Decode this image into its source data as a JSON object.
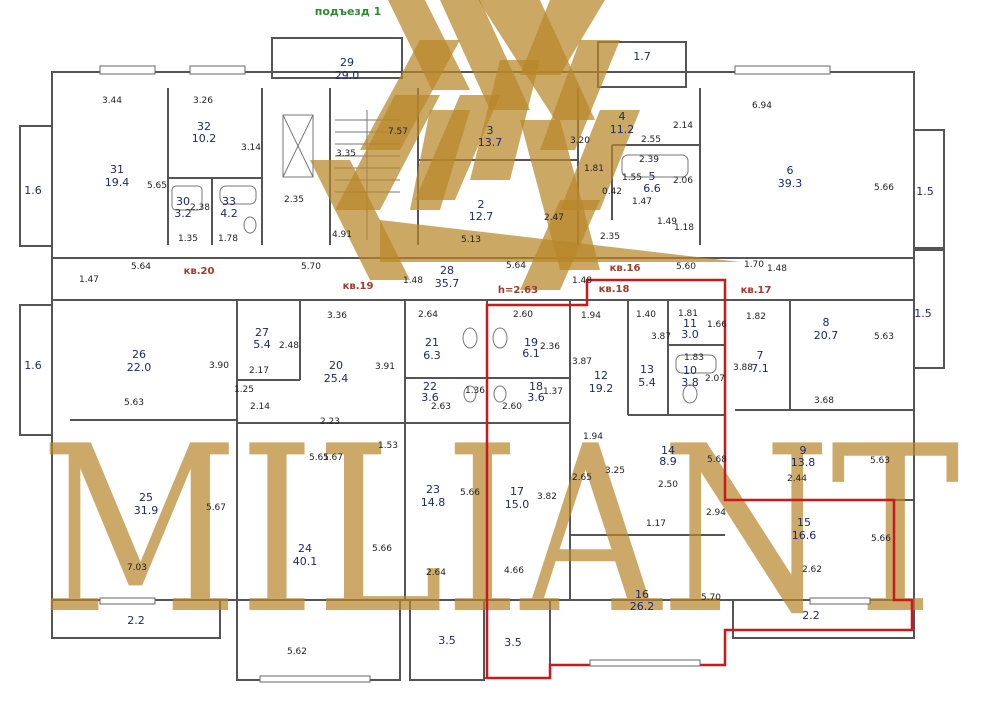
{
  "entrance_label": "подъезд 1",
  "height_label": "h=2.63",
  "apartments": [
    {
      "id": "apt-20",
      "label": "кв.20"
    },
    {
      "id": "apt-19",
      "label": "кв.19"
    },
    {
      "id": "apt-18",
      "label": "кв.18"
    },
    {
      "id": "apt-16",
      "label": "кв.16"
    },
    {
      "id": "apt-17",
      "label": "кв.17"
    }
  ],
  "rooms": [
    {
      "n": "29",
      "a": "29.0"
    },
    {
      "n": "32",
      "a": "10.2"
    },
    {
      "n": "31",
      "a": "19.4"
    },
    {
      "n": "30",
      "a": "3.2"
    },
    {
      "n": "33",
      "a": "4.2"
    },
    {
      "n": "3",
      "a": "13.7"
    },
    {
      "n": "2",
      "a": "12.7"
    },
    {
      "n": "4",
      "a": "11.2"
    },
    {
      "n": "5",
      "a": "6.6"
    },
    {
      "n": "6",
      "a": "39.3"
    },
    {
      "n": "28",
      "a": "35.7"
    },
    {
      "n": "27",
      "a": "5.4"
    },
    {
      "n": "26",
      "a": "22.0"
    },
    {
      "n": "20",
      "a": "25.4"
    },
    {
      "n": "21",
      "a": "6.3"
    },
    {
      "n": "19",
      "a": "6.1"
    },
    {
      "n": "22",
      "a": "3.6"
    },
    {
      "n": "18",
      "a": "3.6"
    },
    {
      "n": "12",
      "a": "19.2"
    },
    {
      "n": "13",
      "a": "5.4"
    },
    {
      "n": "11",
      "a": "3.0"
    },
    {
      "n": "10",
      "a": "3.8"
    },
    {
      "n": "7",
      "a": "7.1"
    },
    {
      "n": "8",
      "a": "20.7"
    },
    {
      "n": "25",
      "a": "31.9"
    },
    {
      "n": "24",
      "a": "40.1"
    },
    {
      "n": "23",
      "a": "14.8"
    },
    {
      "n": "17",
      "a": "15.0"
    },
    {
      "n": "14",
      "a": "8.9"
    },
    {
      "n": "9",
      "a": "13.8"
    },
    {
      "n": "15",
      "a": "16.6"
    },
    {
      "n": "16",
      "a": "26.2"
    }
  ],
  "balconies": [
    "1.7",
    "1.6",
    "1.5",
    "1.6",
    "1.5",
    "2.2",
    "3.5",
    "3.5",
    "2.2"
  ],
  "dimensions": [
    "3.44",
    "3.26",
    "3.14",
    "5.65",
    "2.38",
    "1.35",
    "1.78",
    "2.35",
    "3.35",
    "7.57",
    "4.91",
    "5.13",
    "2.47",
    "3.20",
    "1.81",
    "0.42",
    "2.35",
    "2.55",
    "2.14",
    "2.39",
    "1.55",
    "2.06",
    "1.47",
    "1.49",
    "1.18",
    "6.94",
    "5.66",
    "1.47",
    "5.64",
    "5.70",
    "1.48",
    "5.64",
    "1.48",
    "5.60",
    "1.70",
    "1.48",
    "3.36",
    "2.64",
    "2.60",
    "1.94",
    "1.40",
    "1.81",
    "1.82",
    "2.48",
    "2.17",
    "3.90",
    "1.25",
    "2.14",
    "3.91",
    "2.36",
    "3.87",
    "3.87",
    "1.66",
    "1.83",
    "2.07",
    "3.88",
    "5.63",
    "5.63",
    "2.23",
    "1.36",
    "2.63",
    "2.60",
    "1.37",
    "3.68",
    "1.53",
    "1.94",
    "5.67",
    "5.66",
    "3.82",
    "2.65",
    "3.25",
    "2.50",
    "5.68",
    "2.44",
    "5.63",
    "7.03",
    "5.66",
    "5.67",
    "5.61",
    "1.17",
    "2.94",
    "5.66",
    "2.62",
    "2.64",
    "4.66",
    "5.70",
    "5.62"
  ],
  "watermark": {
    "text": "MILIANT",
    "color": "#b8862a"
  },
  "colors": {
    "walls": "#555555",
    "highlight": "#c8191e",
    "room_numbers": "#1a2a6e",
    "apartment_labels": "#a33a2a",
    "entrance": "#2f8a2f"
  }
}
